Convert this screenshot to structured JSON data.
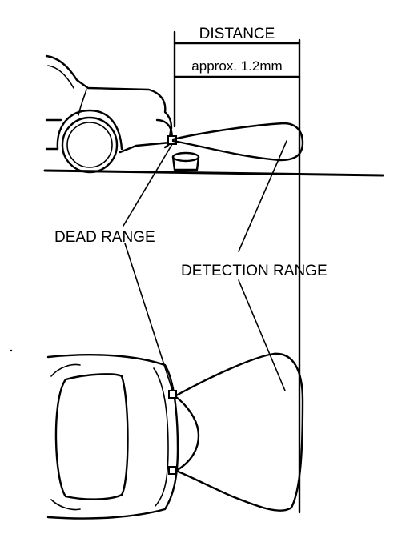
{
  "labels": {
    "distance": "DISTANCE",
    "distance_value": "approx. 1.2mm",
    "dead_range": "DEAD RANGE",
    "detection_range": "DETECTION RANGE"
  },
  "colors": {
    "ink": "#000000",
    "background": "#ffffff"
  }
}
